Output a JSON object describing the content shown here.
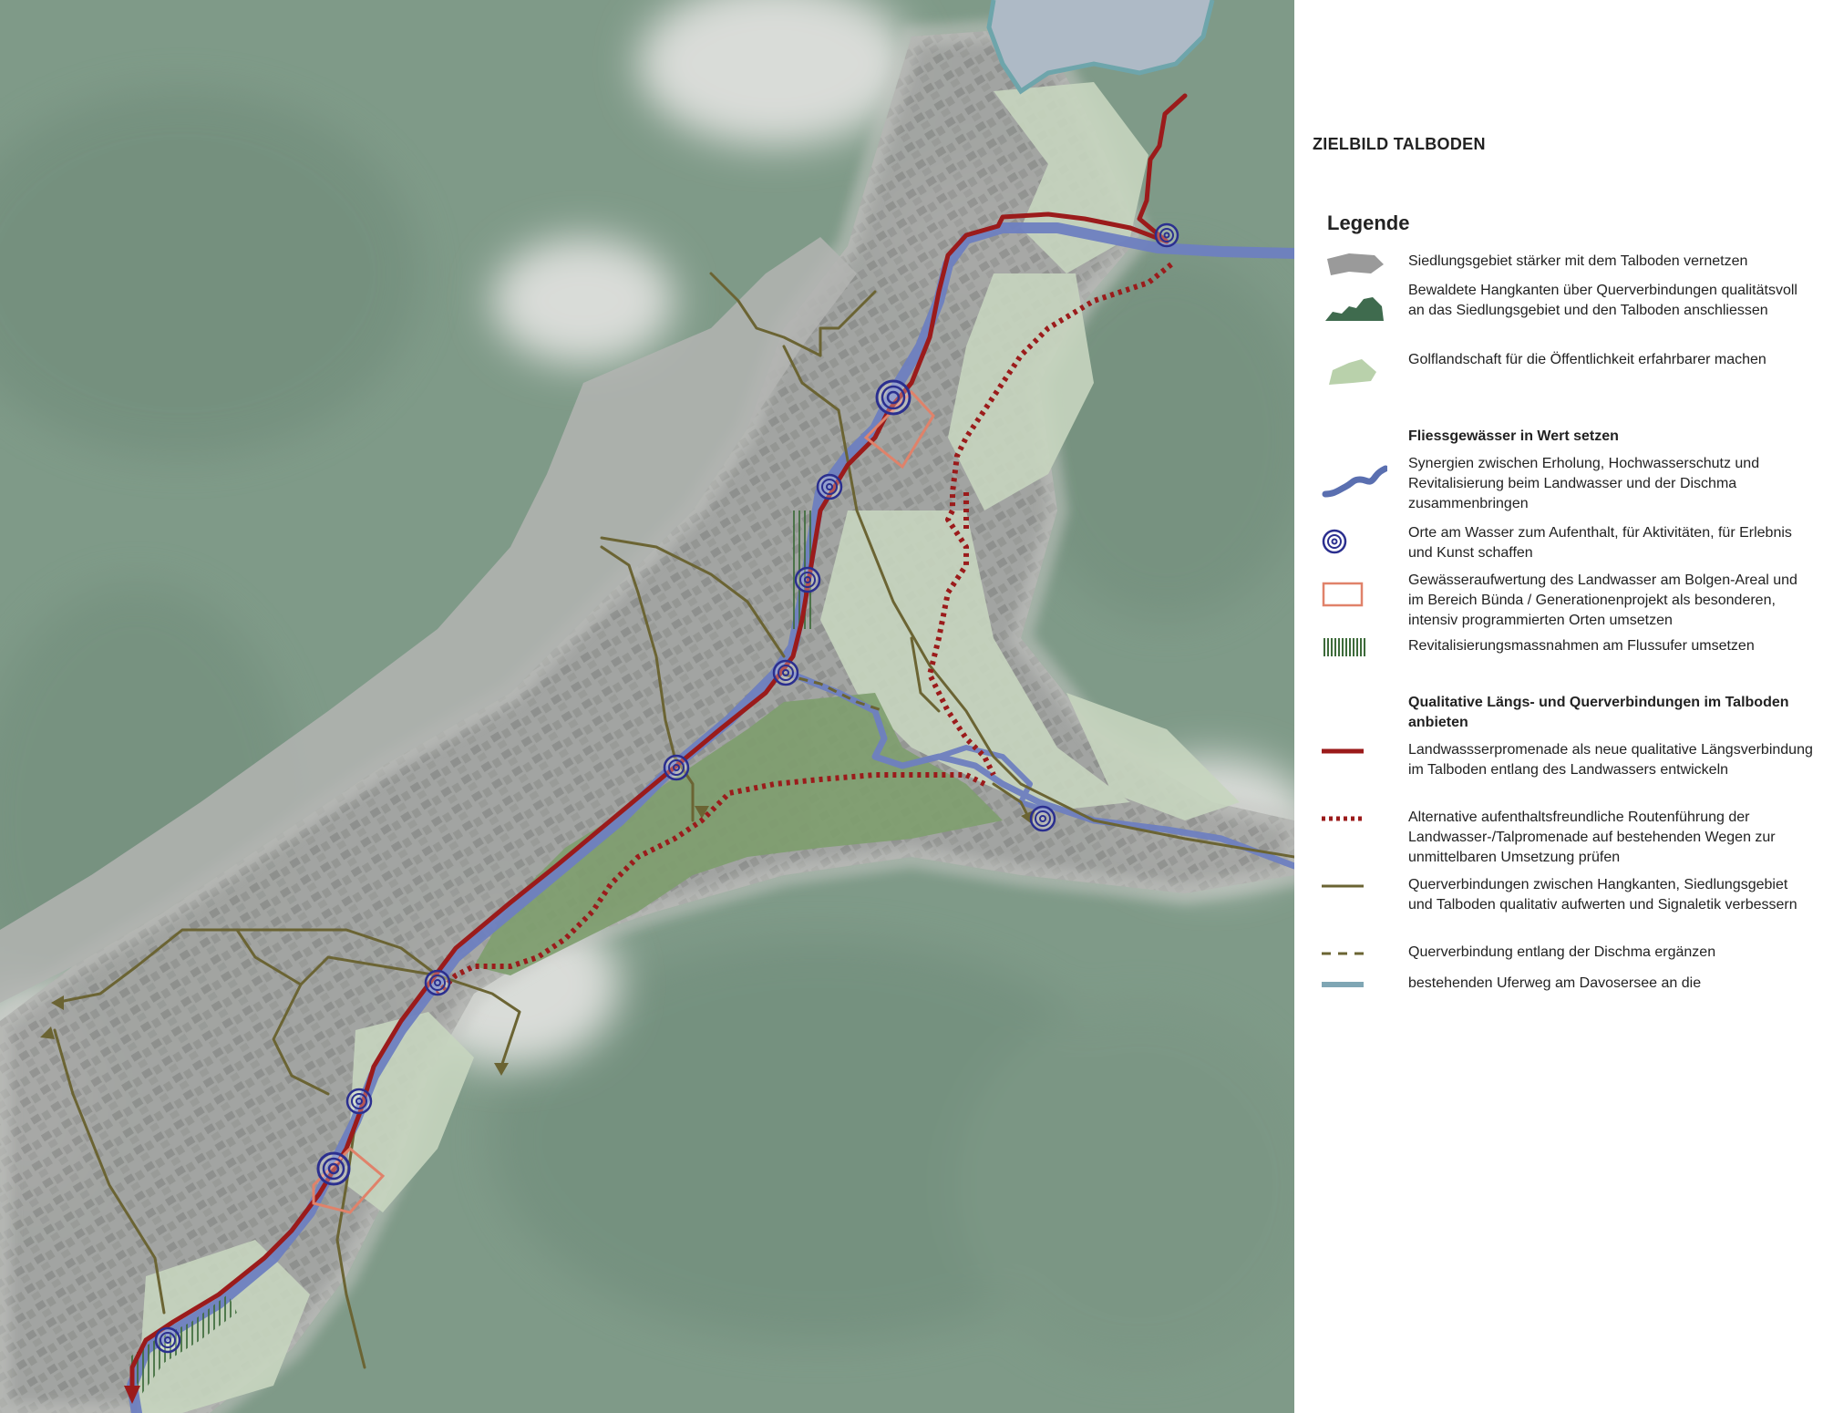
{
  "title": "ZIELBILD TALBODEN",
  "legend": {
    "heading": "Legende",
    "items_group1": [
      {
        "symbol": "settlement-shape",
        "color": "#9a9a9a",
        "label": "Siedlungsgebiet stärker mit dem Talboden vernetzen"
      },
      {
        "symbol": "forest-shape",
        "color": "#3f6b4e",
        "label": "Bewaldete Hangkanten über Querverbindungen qualitätsvoll an das Siedlungsgebiet und den Talboden anschliessen"
      },
      {
        "symbol": "golf-shape",
        "color": "#b9d1ab",
        "label": "Golflandschaft für die Öffentlichkeit erfahrbarer machen"
      }
    ],
    "section2": "Fliessgewässer in Wert setzen",
    "items_group2": [
      {
        "symbol": "river-line",
        "color": "#5a6fb0",
        "label": "Synergien zwischen Erholung, Hochwasserschutz und Revitalisierung beim Landwasser und der Dischma zusammenbringen"
      },
      {
        "symbol": "target-circle",
        "color": "#2b2f8f",
        "label": "Orte am Wasser zum Aufenthalt, für Aktivitäten, für Erlebnis und Kunst schaffen"
      },
      {
        "symbol": "orange-square",
        "color": "#e0826a",
        "label": "Gewässeraufwertung des Landwasser am Bolgen-Areal und im Bereich Bünda / Generationenprojekt als besonderen, intensiv programmierten Orten umsetzen"
      },
      {
        "symbol": "hatch-bar",
        "color": "#3d6b3a",
        "label": "Revitalisierungsmassnahmen am Flussufer umsetzen"
      }
    ],
    "section3": "Qualitative Längs- und Querverbindungen im Talboden anbieten",
    "items_group3": [
      {
        "symbol": "red-line",
        "color": "#9b1b1b",
        "label": "Landwassserpromenade als neue qualitative Längsverbindung im Talboden entlang des Landwassers entwickeln"
      },
      {
        "symbol": "red-dotted",
        "color": "#9b1b1b",
        "label": "Alternative aufenthaltsfreundliche Routenführung der Landwasser-/Talpromenade auf bestehenden Wegen zur unmittelbaren Umsetzung prüfen"
      },
      {
        "symbol": "olive-line",
        "color": "#6b6433",
        "label": "Querverbindungen zwischen Hangkanten, Siedlungsgebiet und Talboden qualitativ aufwerten und Signaletik verbessern"
      },
      {
        "symbol": "olive-dashed",
        "color": "#6b6433",
        "label": "Querverbindung entlang der Dischma ergänzen"
      },
      {
        "symbol": "teal-line",
        "color": "#7fa6b4",
        "label": "bestehenden Uferweg am Davosersee an die"
      }
    ]
  },
  "colors": {
    "forest": "#7d9886",
    "settlement": "#a9aaa8",
    "golf": "#86a477",
    "meadow": "#c8d5c0",
    "river": "#6e7fc0",
    "promenade": "#9b1b1b",
    "path": "#6b6433",
    "lake": "#aab8c4",
    "lake_shore": "#6ea5ab",
    "target": "#2b2f8f",
    "bolgen": "#e0826a"
  }
}
